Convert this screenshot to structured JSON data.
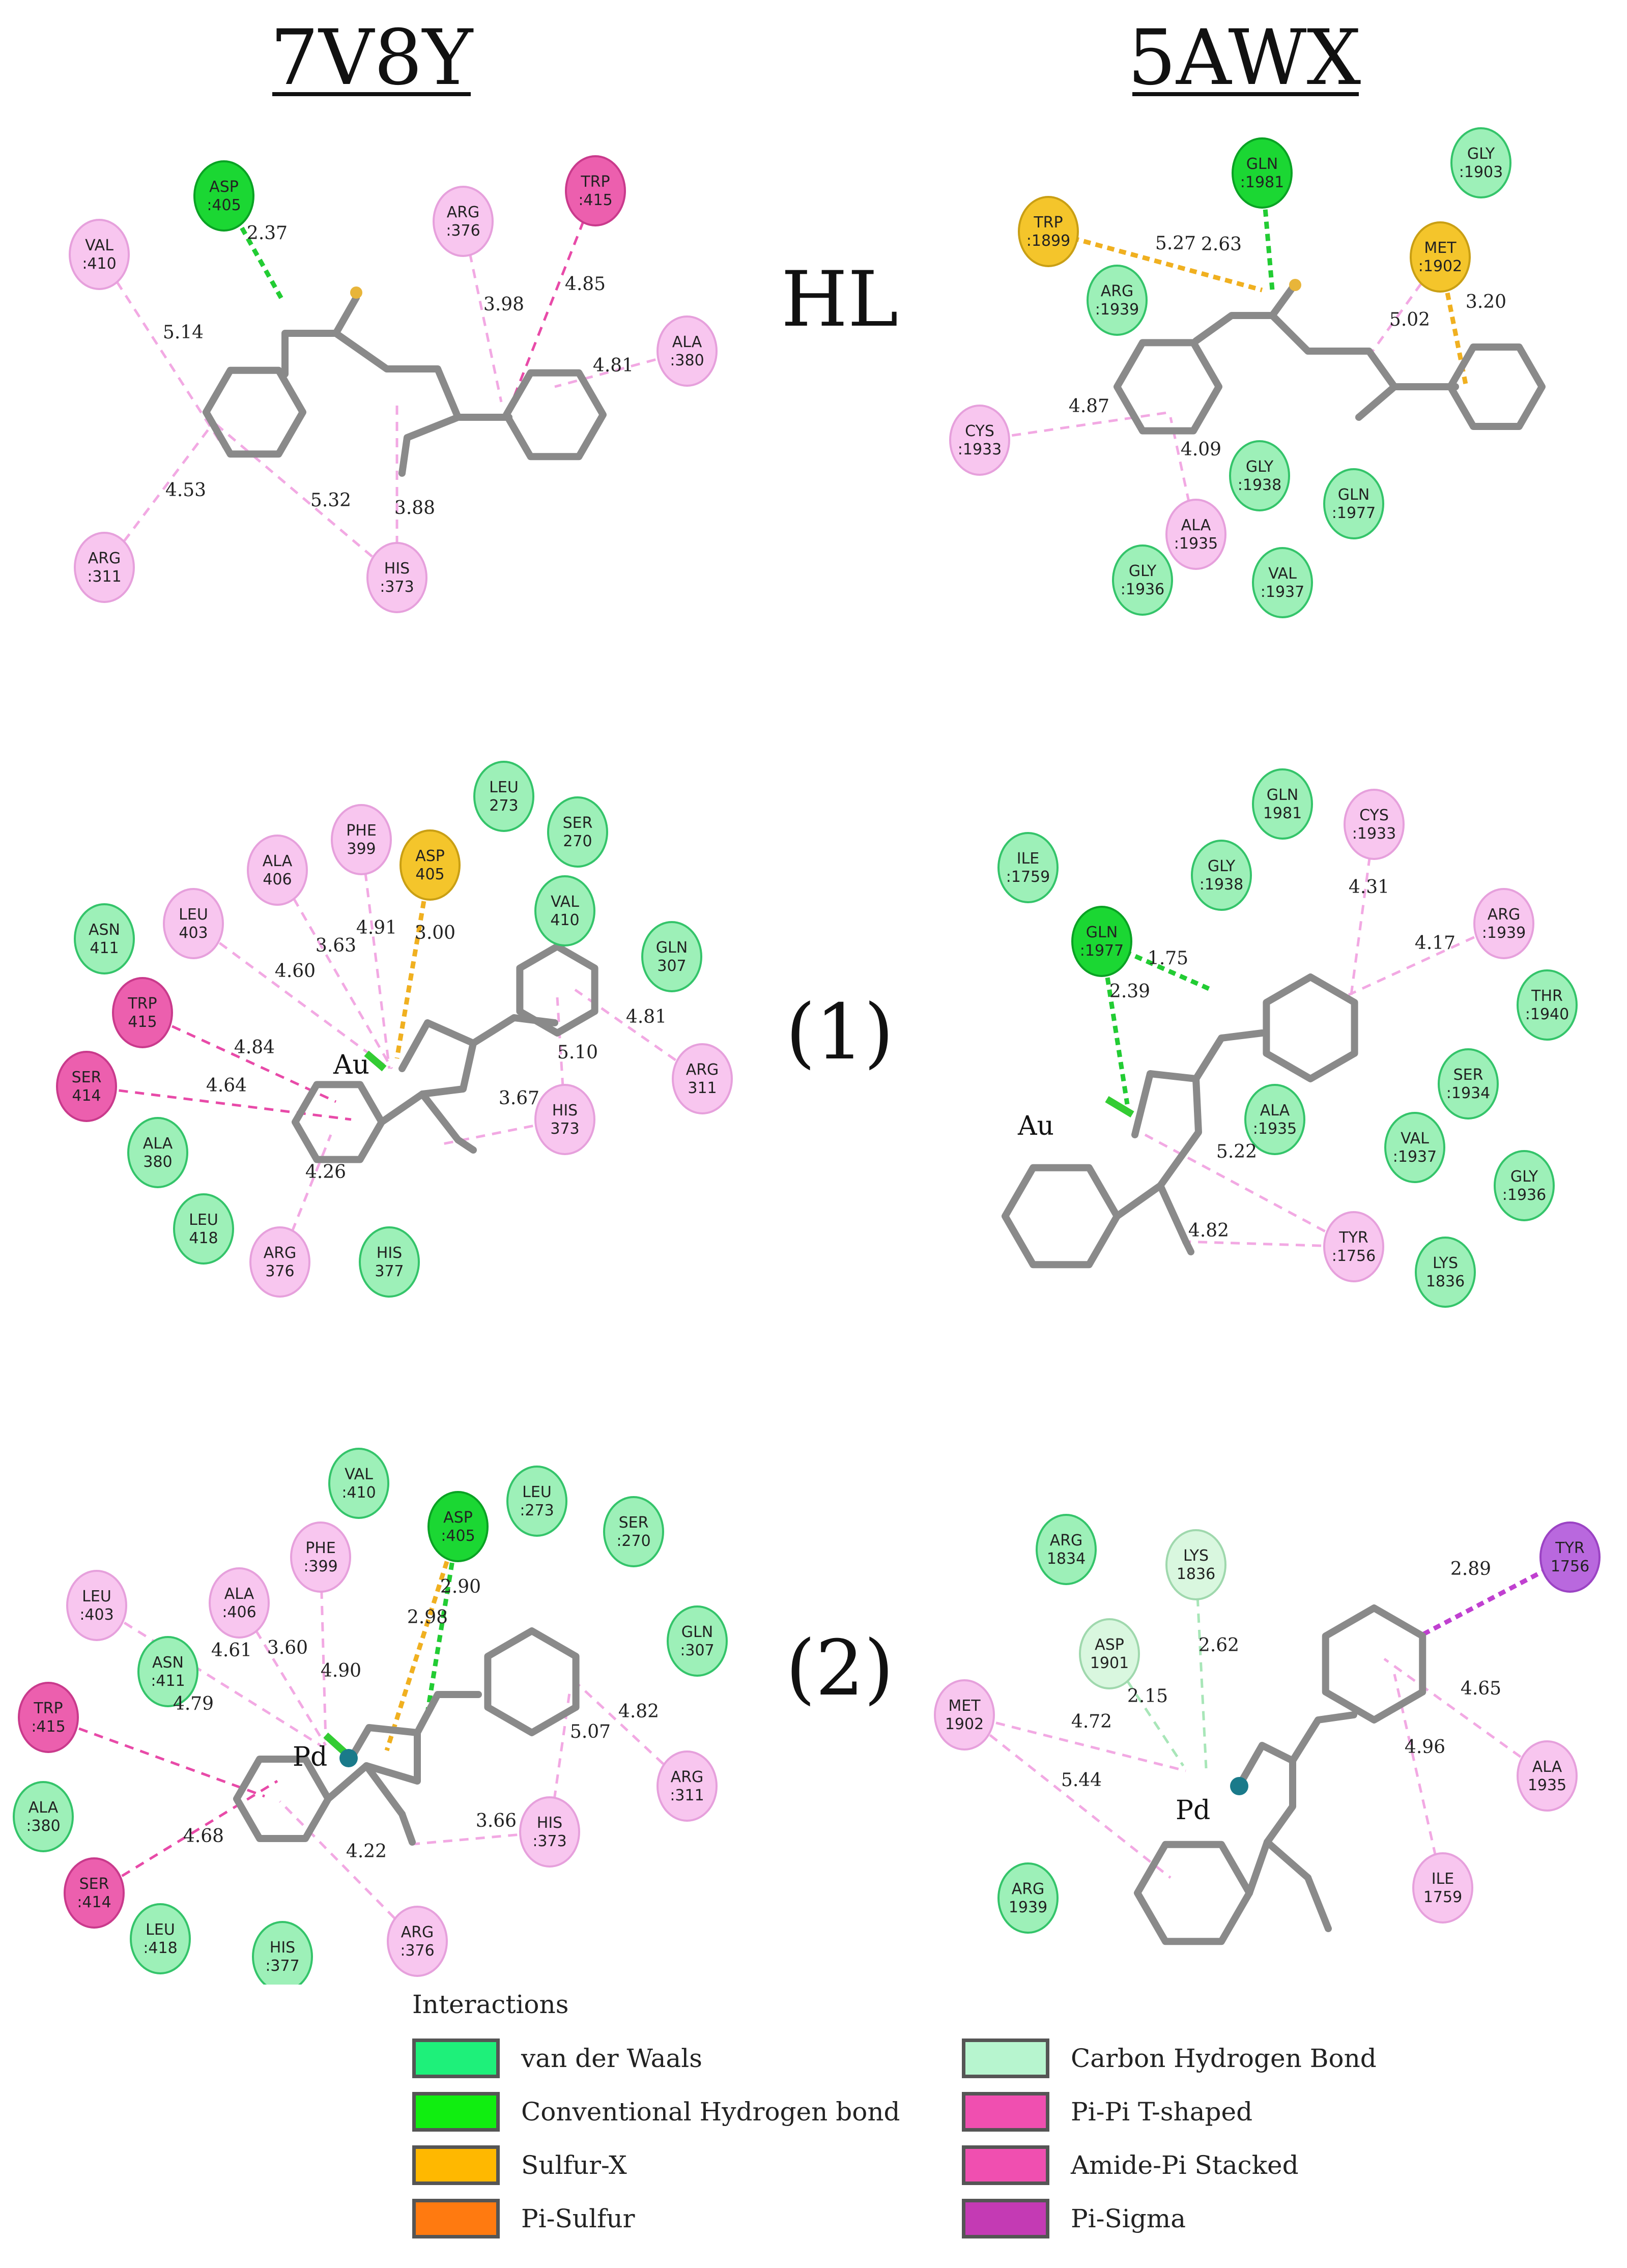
{
  "columns": [
    "7V8Y",
    "5AWX"
  ],
  "rows": [
    "HL",
    "(1)",
    "(2)"
  ],
  "colors": {
    "vdw_fill": "#9df0b8",
    "vdw_stroke": "#34c46a",
    "hbond_fill": "#1bd733",
    "hbond_stroke": "#0aa224",
    "chb_fill": "#d9f7df",
    "chb_stroke": "#9fd8ad",
    "sulfur_fill": "#f4c52b",
    "sulfur_stroke": "#c99f14",
    "pialkyl_fill": "#f8c6ef",
    "pialkyl_stroke": "#e6a0dc",
    "pipi_fill": "#ec5fae",
    "pipi_stroke": "#c93a8c",
    "pisigma_fill": "#b968de",
    "pisigma_stroke": "#9b43c4",
    "bond": "#8a8a8a",
    "nitrogen": "#9999dd",
    "sulfur_atom": "#e8b53a",
    "chlorine": "#33cc33",
    "gold": "#e8a93a",
    "palladium": "#1a7a8a",
    "line_green": "#22cc33",
    "line_pink": "#f2a9e3",
    "line_magenta": "#e84aa8",
    "line_orange": "#f0b020",
    "line_purple": "#c040d0",
    "line_lightgreen": "#a8e6b8"
  },
  "panels": [
    {
      "id": "7v8y-hl",
      "metal": "",
      "residues": [
        {
          "name": "ASP",
          "num": ":405",
          "type": "hbond"
        },
        {
          "name": "VAL",
          "num": ":410",
          "type": "pialkyl"
        },
        {
          "name": "ARG",
          "num": ":376",
          "type": "pialkyl"
        },
        {
          "name": "TRP",
          "num": ":415",
          "type": "pipi"
        },
        {
          "name": "ALA",
          "num": ":380",
          "type": "pialkyl"
        },
        {
          "name": "ARG",
          "num": ":311",
          "type": "pialkyl"
        },
        {
          "name": "HIS",
          "num": ":373",
          "type": "pialkyl"
        }
      ],
      "distances": [
        "2.37",
        "5.14",
        "3.98",
        "4.85",
        "4.81",
        "4.53",
        "5.32",
        "3.88"
      ]
    },
    {
      "id": "5awx-hl",
      "metal": "",
      "residues": [
        {
          "name": "GLN",
          "num": ":1981",
          "type": "hbond"
        },
        {
          "name": "GLY",
          "num": ":1903",
          "type": "vdw"
        },
        {
          "name": "TRP",
          "num": ":1899",
          "type": "sulfur"
        },
        {
          "name": "MET",
          "num": ":1902",
          "type": "sulfur"
        },
        {
          "name": "ARG",
          "num": ":1939",
          "type": "vdw"
        },
        {
          "name": "CYS",
          "num": ":1933",
          "type": "pialkyl"
        },
        {
          "name": "GLY",
          "num": ":1938",
          "type": "vdw"
        },
        {
          "name": "GLN",
          "num": ":1977",
          "type": "vdw"
        },
        {
          "name": "ALA",
          "num": ":1935",
          "type": "pialkyl"
        },
        {
          "name": "GLY",
          "num": ":1936",
          "type": "vdw"
        },
        {
          "name": "VAL",
          "num": ":1937",
          "type": "vdw"
        }
      ],
      "distances": [
        "2.63",
        "5.27",
        "3.20",
        "5.02",
        "4.87",
        "4.09"
      ]
    },
    {
      "id": "7v8y-1",
      "metal": "Au",
      "residues": [
        {
          "name": "LEU",
          "num": "273",
          "type": "vdw"
        },
        {
          "name": "SER",
          "num": "270",
          "type": "vdw"
        },
        {
          "name": "PHE",
          "num": "399",
          "type": "pialkyl"
        },
        {
          "name": "ASP",
          "num": "405",
          "type": "sulfur"
        },
        {
          "name": "ALA",
          "num": "406",
          "type": "pialkyl"
        },
        {
          "name": "VAL",
          "num": "410",
          "type": "vdw"
        },
        {
          "name": "LEU",
          "num": "403",
          "type": "pialkyl"
        },
        {
          "name": "GLN",
          "num": "307",
          "type": "vdw"
        },
        {
          "name": "ASN",
          "num": "411",
          "type": "vdw"
        },
        {
          "name": "TRP",
          "num": "415",
          "type": "pipi"
        },
        {
          "name": "ARG",
          "num": "311",
          "type": "pialkyl"
        },
        {
          "name": "SER",
          "num": "414",
          "type": "pipi"
        },
        {
          "name": "ALA",
          "num": "380",
          "type": "vdw"
        },
        {
          "name": "HIS",
          "num": "373",
          "type": "pialkyl"
        },
        {
          "name": "LEU",
          "num": "418",
          "type": "vdw"
        },
        {
          "name": "ARG",
          "num": "376",
          "type": "pialkyl"
        },
        {
          "name": "HIS",
          "num": "377",
          "type": "vdw"
        }
      ],
      "distances": [
        "3.63",
        "4.91",
        "3.00",
        "4.60",
        "4.81",
        "4.84",
        "5.10",
        "4.64",
        "3.67",
        "4.26"
      ]
    },
    {
      "id": "5awx-1",
      "metal": "Au",
      "residues": [
        {
          "name": "GLN",
          "num": "1981",
          "type": "vdw"
        },
        {
          "name": "CYS",
          "num": ":1933",
          "type": "pialkyl"
        },
        {
          "name": "ILE",
          "num": ":1759",
          "type": "vdw"
        },
        {
          "name": "GLY",
          "num": ":1938",
          "type": "vdw"
        },
        {
          "name": "GLN",
          "num": ":1977",
          "type": "hbond"
        },
        {
          "name": "ARG",
          "num": ":1939",
          "type": "pialkyl"
        },
        {
          "name": "THR",
          "num": ":1940",
          "type": "vdw"
        },
        {
          "name": "SER",
          "num": ":1934",
          "type": "vdw"
        },
        {
          "name": "ALA",
          "num": ":1935",
          "type": "vdw"
        },
        {
          "name": "VAL",
          "num": ":1937",
          "type": "vdw"
        },
        {
          "name": "GLY",
          "num": ":1936",
          "type": "vdw"
        },
        {
          "name": "TYR",
          "num": ":1756",
          "type": "pialkyl"
        },
        {
          "name": "LYS",
          "num": "1836",
          "type": "vdw"
        }
      ],
      "distances": [
        "4.31",
        "1.75",
        "4.17",
        "2.39",
        "5.22",
        "4.82"
      ]
    },
    {
      "id": "7v8y-2",
      "metal": "Pd",
      "residues": [
        {
          "name": "VAL",
          "num": ":410",
          "type": "vdw"
        },
        {
          "name": "LEU",
          "num": ":273",
          "type": "vdw"
        },
        {
          "name": "ASP",
          "num": ":405",
          "type": "hbond"
        },
        {
          "name": "SER",
          "num": ":270",
          "type": "vdw"
        },
        {
          "name": "PHE",
          "num": ":399",
          "type": "pialkyl"
        },
        {
          "name": "LEU",
          "num": ":403",
          "type": "pialkyl"
        },
        {
          "name": "ALA",
          "num": ":406",
          "type": "pialkyl"
        },
        {
          "name": "GLN",
          "num": ":307",
          "type": "vdw"
        },
        {
          "name": "ASN",
          "num": ":411",
          "type": "vdw"
        },
        {
          "name": "TRP",
          "num": ":415",
          "type": "pipi"
        },
        {
          "name": "ARG",
          "num": ":311",
          "type": "pialkyl"
        },
        {
          "name": "ALA",
          "num": ":380",
          "type": "vdw"
        },
        {
          "name": "HIS",
          "num": ":373",
          "type": "pialkyl"
        },
        {
          "name": "SER",
          "num": ":414",
          "type": "pipi"
        },
        {
          "name": "LEU",
          "num": ":418",
          "type": "vdw"
        },
        {
          "name": "HIS",
          "num": ":377",
          "type": "vdw"
        },
        {
          "name": "ARG",
          "num": ":376",
          "type": "pialkyl"
        }
      ],
      "distances": [
        "2.90",
        "2.98",
        "4.90",
        "4.61",
        "3.60",
        "4.82",
        "4.79",
        "5.07",
        "3.66",
        "4.68",
        "4.22"
      ]
    },
    {
      "id": "5awx-2",
      "metal": "Pd",
      "residues": [
        {
          "name": "ARG",
          "num": "1834",
          "type": "vdw"
        },
        {
          "name": "LYS",
          "num": "1836",
          "type": "chb"
        },
        {
          "name": "TYR",
          "num": "1756",
          "type": "pisigma"
        },
        {
          "name": "ASP",
          "num": "1901",
          "type": "chb"
        },
        {
          "name": "MET",
          "num": "1902",
          "type": "pialkyl"
        },
        {
          "name": "ALA",
          "num": "1935",
          "type": "pialkyl"
        },
        {
          "name": "ARG",
          "num": "1939",
          "type": "vdw"
        },
        {
          "name": "ILE",
          "num": "1759",
          "type": "pialkyl"
        }
      ],
      "distances": [
        "2.89",
        "2.62",
        "2.15",
        "4.65",
        "4.72",
        "4.96",
        "5.44"
      ]
    }
  ],
  "legend": {
    "title": "Interactions",
    "items": [
      {
        "label": "van der Waals",
        "color": "#1ef07a"
      },
      {
        "label": "Carbon Hydrogen Bond",
        "color": "#b7f5cf"
      },
      {
        "label": "Conventional Hydrogen bond",
        "color": "#10ee10"
      },
      {
        "label": "Pi-Pi T-shaped",
        "color": "#f04fb0"
      },
      {
        "label": "Sulfur-X",
        "color": "#ffb800"
      },
      {
        "label": "Amide-Pi Stacked",
        "color": "#f04fb0"
      },
      {
        "label": "Pi-Sulfur",
        "color": "#ff7a10"
      },
      {
        "label": "Pi-Sigma",
        "color": "#c43ab4"
      }
    ]
  }
}
